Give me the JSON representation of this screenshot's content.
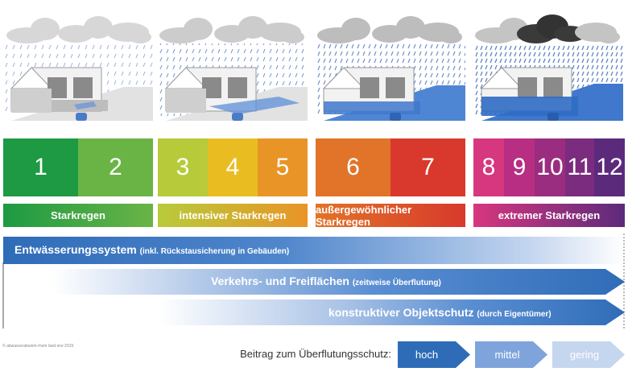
{
  "levels": [
    {
      "num": "1",
      "color": "#1d9a43"
    },
    {
      "num": "2",
      "color": "#6ab446"
    },
    {
      "num": "3",
      "color": "#b7cb3a"
    },
    {
      "num": "4",
      "color": "#e9bd22"
    },
    {
      "num": "5",
      "color": "#e99426"
    },
    {
      "num": "6",
      "color": "#e17428"
    },
    {
      "num": "7",
      "color": "#d8392c"
    },
    {
      "num": "8",
      "color": "#d7377f"
    },
    {
      "num": "9",
      "color": "#b82e82"
    },
    {
      "num": "10",
      "color": "#9a2d80"
    },
    {
      "num": "11",
      "color": "#7b2c7e"
    },
    {
      "num": "12",
      "color": "#5c2a7b"
    }
  ],
  "categories": [
    {
      "label": "Starkregen",
      "from": "#1d9a43",
      "to": "#6ab446"
    },
    {
      "label": "intensiver Starkregen",
      "from": "#b7cb3a",
      "to": "#e99426"
    },
    {
      "label": "außergewöhnlicher Starkregen",
      "from": "#e17428",
      "to": "#d8392c"
    },
    {
      "label": "extremer Starkregen",
      "from": "#d7377f",
      "to": "#5c2a7b"
    }
  ],
  "bands": {
    "drainage": {
      "main": "Entwässerungssystem",
      "note": "(inkl. Rückstausicherung in Gebäuden)"
    },
    "traffic": {
      "main": "Verkehrs- und Freiflächen",
      "note": "(zeitweise Überflutung)"
    },
    "object": {
      "main": "konstruktiver Objektschutz",
      "note": "(durch Eigentümer)"
    }
  },
  "legend": {
    "label": "Beitrag zum Überflutungsschutz:",
    "high": "hoch",
    "medium": "mittel",
    "low": "gering"
  },
  "colors": {
    "blue_dark": "#2f6cb8",
    "blue_mid": "#7fa4dc",
    "blue_light": "#c5d6ef"
  },
  "copyright": "© abwasserabwerk-rhein land.nrw 2019"
}
